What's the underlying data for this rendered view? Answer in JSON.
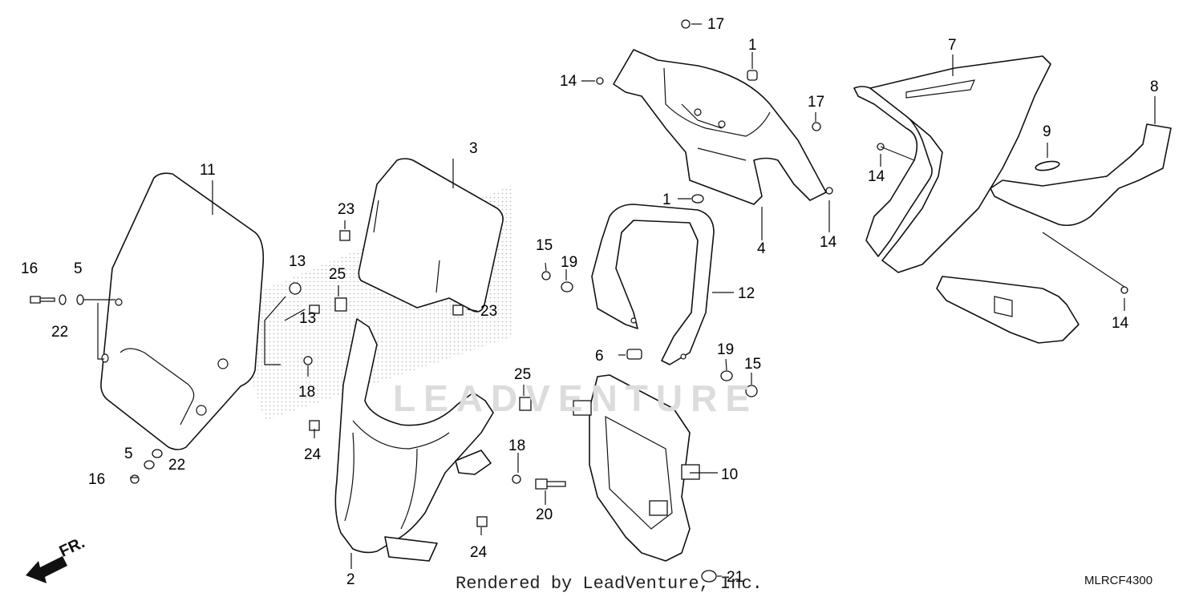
{
  "watermark": "LEADVENTURE",
  "direction_label": "FR.",
  "footer": "Rendered by LeadVenture, Inc.",
  "diagram_code": "MLRCF4300",
  "callouts": [
    {
      "id": "c1a",
      "label": "1"
    },
    {
      "id": "c1b",
      "label": "1"
    },
    {
      "id": "c2",
      "label": "2"
    },
    {
      "id": "c3",
      "label": "3"
    },
    {
      "id": "c4",
      "label": "4"
    },
    {
      "id": "c5a",
      "label": "5"
    },
    {
      "id": "c5b",
      "label": "5"
    },
    {
      "id": "c6",
      "label": "6"
    },
    {
      "id": "c7",
      "label": "7"
    },
    {
      "id": "c8",
      "label": "8"
    },
    {
      "id": "c9",
      "label": "9"
    },
    {
      "id": "c10",
      "label": "10"
    },
    {
      "id": "c11",
      "label": "11"
    },
    {
      "id": "c12",
      "label": "12"
    },
    {
      "id": "c13a",
      "label": "13"
    },
    {
      "id": "c13b",
      "label": "13"
    },
    {
      "id": "c14a",
      "label": "14"
    },
    {
      "id": "c14b",
      "label": "14"
    },
    {
      "id": "c14c",
      "label": "14"
    },
    {
      "id": "c14d",
      "label": "14"
    },
    {
      "id": "c15a",
      "label": "15"
    },
    {
      "id": "c15b",
      "label": "15"
    },
    {
      "id": "c16a",
      "label": "16"
    },
    {
      "id": "c16b",
      "label": "16"
    },
    {
      "id": "c17a",
      "label": "17"
    },
    {
      "id": "c17b",
      "label": "17"
    },
    {
      "id": "c18a",
      "label": "18"
    },
    {
      "id": "c18b",
      "label": "18"
    },
    {
      "id": "c19a",
      "label": "19"
    },
    {
      "id": "c19b",
      "label": "19"
    },
    {
      "id": "c20",
      "label": "20"
    },
    {
      "id": "c21",
      "label": "21"
    },
    {
      "id": "c22a",
      "label": "22"
    },
    {
      "id": "c22b",
      "label": "22"
    },
    {
      "id": "c23a",
      "label": "23"
    },
    {
      "id": "c23b",
      "label": "23"
    },
    {
      "id": "c24a",
      "label": "24"
    },
    {
      "id": "c24b",
      "label": "24"
    },
    {
      "id": "c25a",
      "label": "25"
    },
    {
      "id": "c25b",
      "label": "25"
    }
  ]
}
